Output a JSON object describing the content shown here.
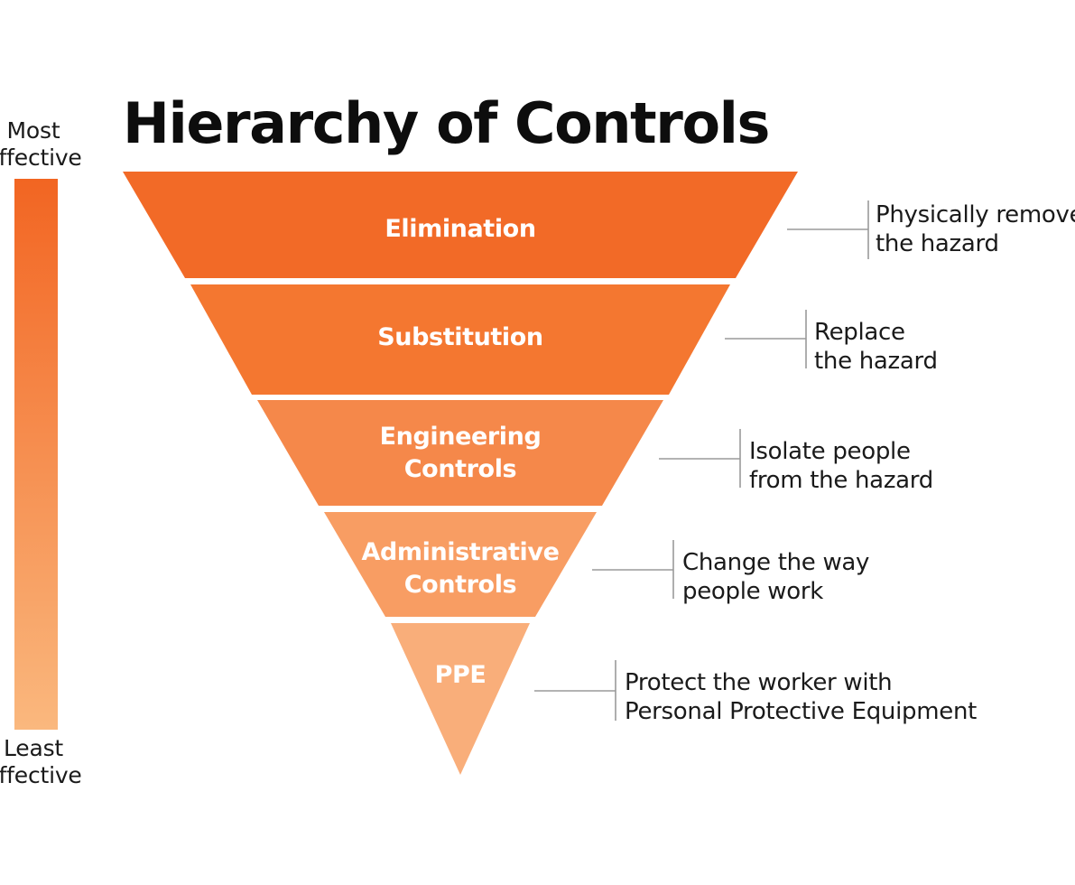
{
  "title": "Hierarchy of Controls",
  "scale": {
    "top_label": "Most\neffective",
    "bottom_label": "Least\neffective",
    "gradient_top_color": "#F26522",
    "gradient_bottom_color": "#FAB87E"
  },
  "chart_data": {
    "type": "funnel",
    "title": "Hierarchy of Controls",
    "orientation": "inverted-pyramid",
    "axis_label_top": "Most effective",
    "axis_label_bottom": "Least effective",
    "tiers": [
      {
        "rank": 1,
        "label": "Elimination",
        "description": "Physically remove\nthe hazard",
        "color": "#F26A27",
        "relative_width": 1.0
      },
      {
        "rank": 2,
        "label": "Substitution",
        "description": "Replace\nthe hazard",
        "color": "#F47730",
        "relative_width": 0.8
      },
      {
        "rank": 3,
        "label": "Engineering\nControls",
        "description": "Isolate people\nfrom the hazard",
        "color": "#F5884A",
        "relative_width": 0.61
      },
      {
        "rank": 4,
        "label": "Administrative\nControls",
        "description": "Change the way\npeople work",
        "color": "#F89D63",
        "relative_width": 0.42
      },
      {
        "rank": 5,
        "label": "PPE",
        "description": "Protect the worker with\nPersonal Protective Equipment",
        "color": "#F9AE7A",
        "relative_width": 0.23
      }
    ]
  }
}
